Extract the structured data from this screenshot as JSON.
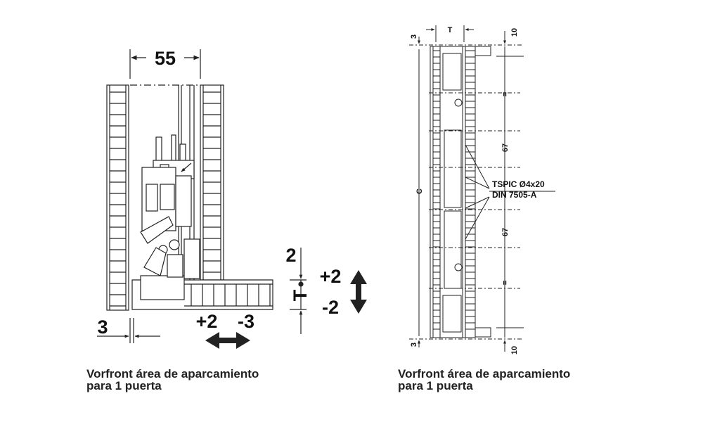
{
  "left_view": {
    "dim_width": "55",
    "dim_gap": "3",
    "dim_vertical": "2",
    "dim_thickness": "T",
    "adjust_up": "+2",
    "adjust_down": "-2",
    "adjust_right": "+2",
    "adjust_left": "-3",
    "caption_line1": "Vorfront área de aparcamiento",
    "caption_line2": "para 1 puerta"
  },
  "right_view": {
    "dim_top_offset": "3",
    "dim_thickness": "T",
    "dim_top_margin": "10",
    "dim_equal_top": "=",
    "dim_spacing_top": "67",
    "dim_spacing_bottom": "67",
    "dim_equal_bottom": "=",
    "dim_height": "C",
    "dim_bottom_offset": "3",
    "dim_bottom_margin": "10",
    "screw_note_line1": "TSPIC Ø4x20",
    "screw_note_line2": "DIN 7505-A",
    "caption_line1": "Vorfront área de aparcamiento",
    "caption_line2": "para 1 puerta"
  },
  "colors": {
    "line": "#222222",
    "panel_fill": "#ffffff"
  }
}
